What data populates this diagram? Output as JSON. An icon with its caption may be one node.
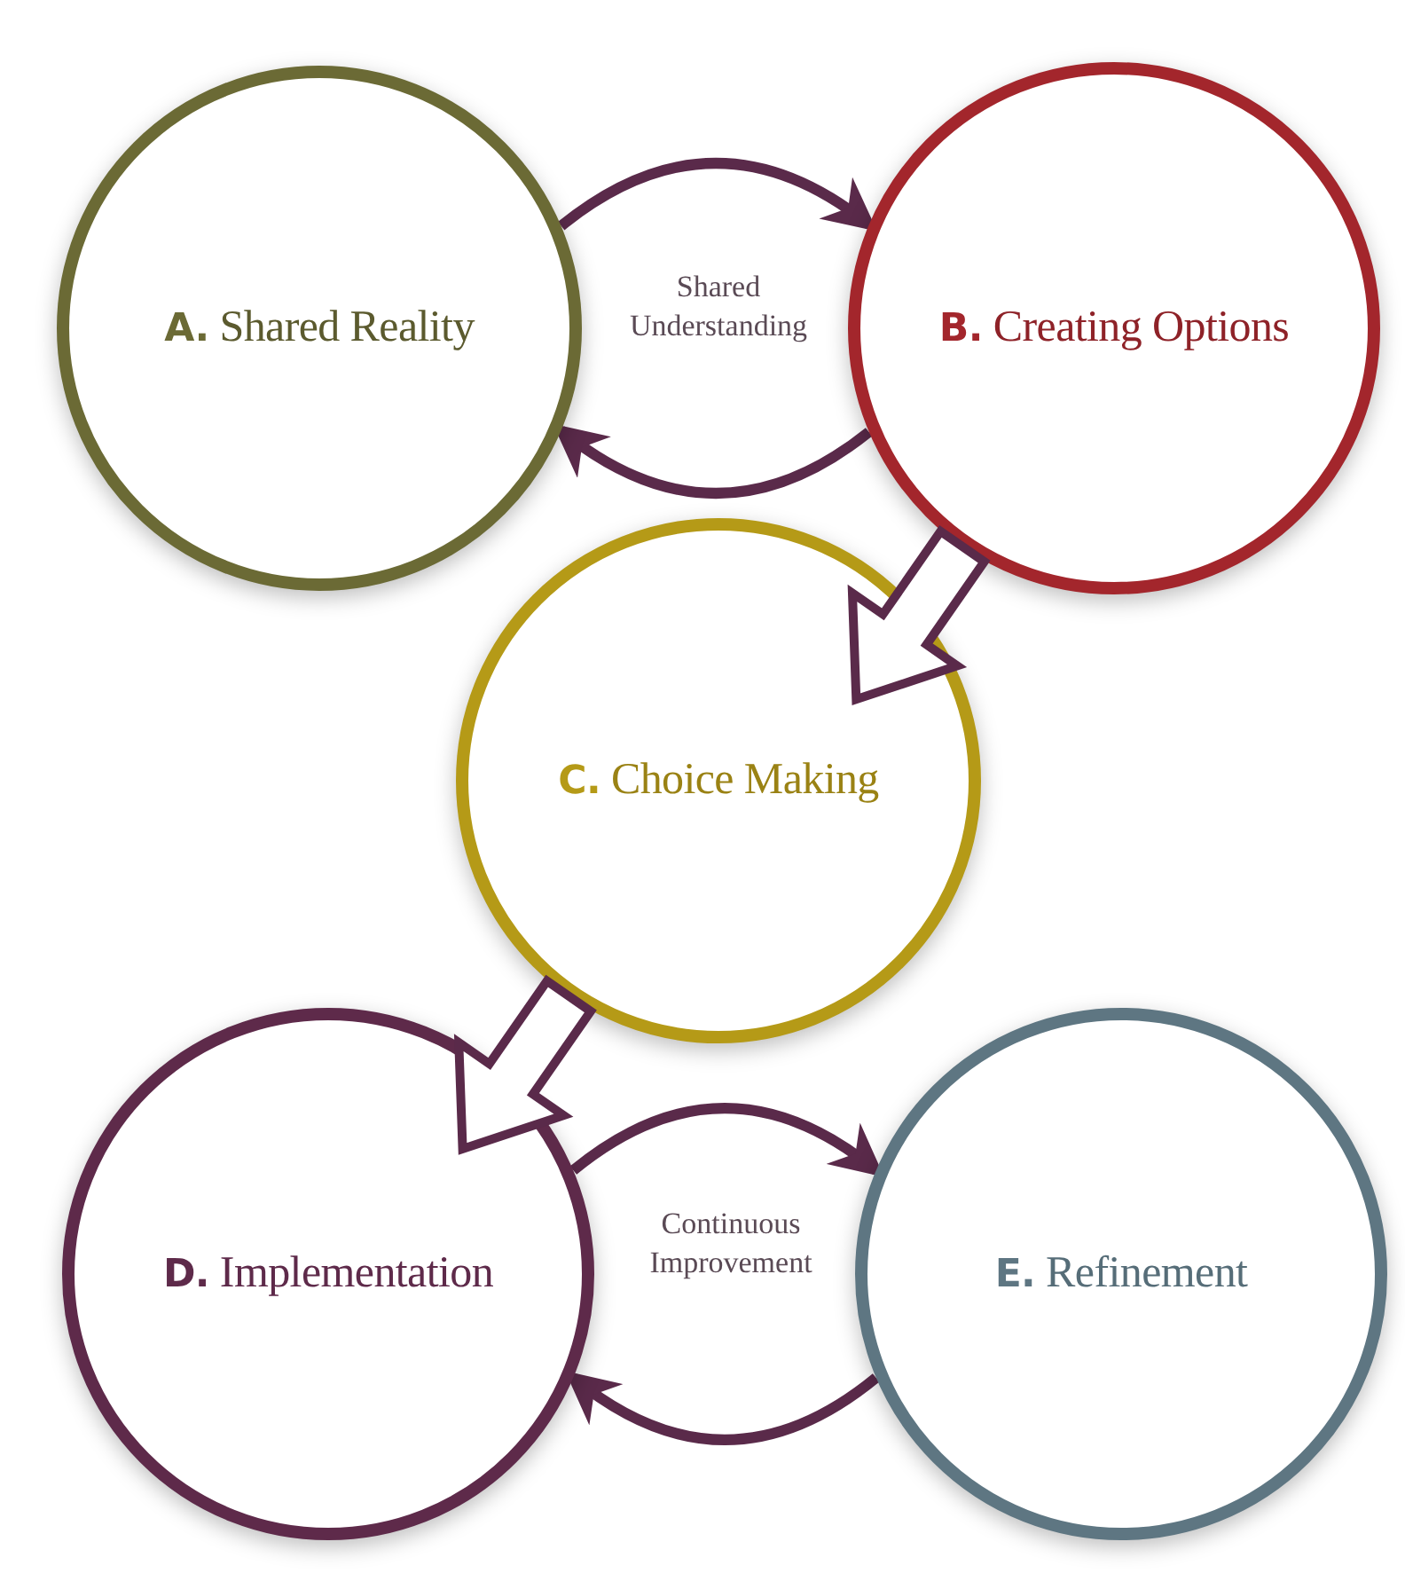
{
  "diagram": {
    "nodes": [
      {
        "text": [
          "**A.** Shared Reality"
        ]
      },
      {
        "text": [
          "**B.** Creating Options"
        ]
      },
      {
        "text": [
          "**C.** Choice Making"
        ]
      },
      {
        "text": [
          "**D.** Implementation"
        ]
      },
      {
        "text": [
          "**E.** Refinement"
        ]
      }
    ],
    "edges": [
      {
        "from": 0,
        "to": 1,
        "arrow": "to"
      },
      {
        "from": 1,
        "to": 0,
        "arrow": "to"
      },
      {
        "from": 1,
        "to": 2,
        "arrow": "to",
        "style": "thick"
      },
      {
        "from": 2,
        "to": 3,
        "arrow": "to",
        "style": "thick"
      },
      {
        "from": 3,
        "to": 4,
        "arrow": "to"
      },
      {
        "from": 4,
        "to": 3,
        "arrow": "to"
      }
    ],
    "labels": [
      "Shared Understanding",
      "Continuous Improvement"
    ]
  }
}
